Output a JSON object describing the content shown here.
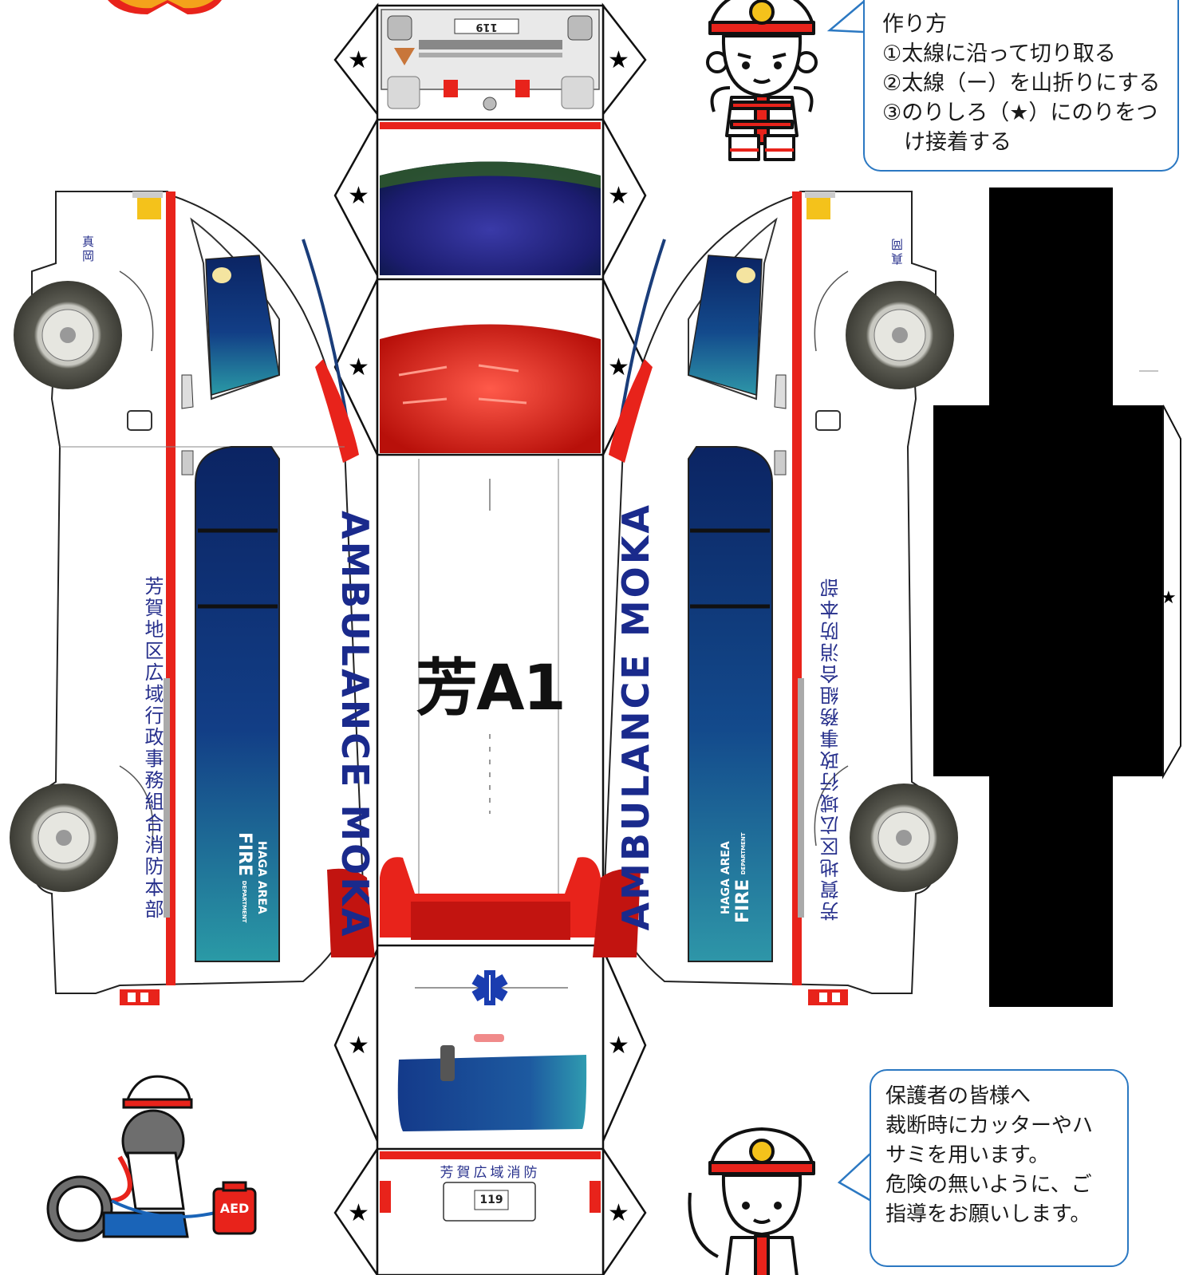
{
  "instructions": {
    "title": "作り方",
    "steps": [
      "①太線に沿って切り取る",
      "②太線（ー）を山折りにする",
      "③のりしろ（★）にのりをつ",
      "　け接着する"
    ]
  },
  "guardian_note": {
    "lines": [
      "保護者の皆様へ",
      "裁断時にカッターやハ",
      "サミを用います。",
      "危険の無いように、ご",
      "指導をお願いします。"
    ]
  },
  "vehicle": {
    "top_number": "芳A1",
    "side_label": "AMBULANCE  MOKA",
    "side_org": "芳賀地区広域行政事務組合消防本部",
    "emblem_line1": "HAGA AREA",
    "emblem_line2": "FIRE",
    "emblem_line3": "DEPARTMENT",
    "city_mark": "真岡",
    "rear_title": "芳賀広域消防",
    "plate": "119",
    "front_plate": "119"
  },
  "glue_mark": "★",
  "aed_label": "AED",
  "colors": {
    "red": "#e8231b",
    "navy": "#1a2a8c",
    "bubble_border": "#2b78c2",
    "window_dark": "#0d2a6b",
    "window_light": "#2b8fa6"
  }
}
